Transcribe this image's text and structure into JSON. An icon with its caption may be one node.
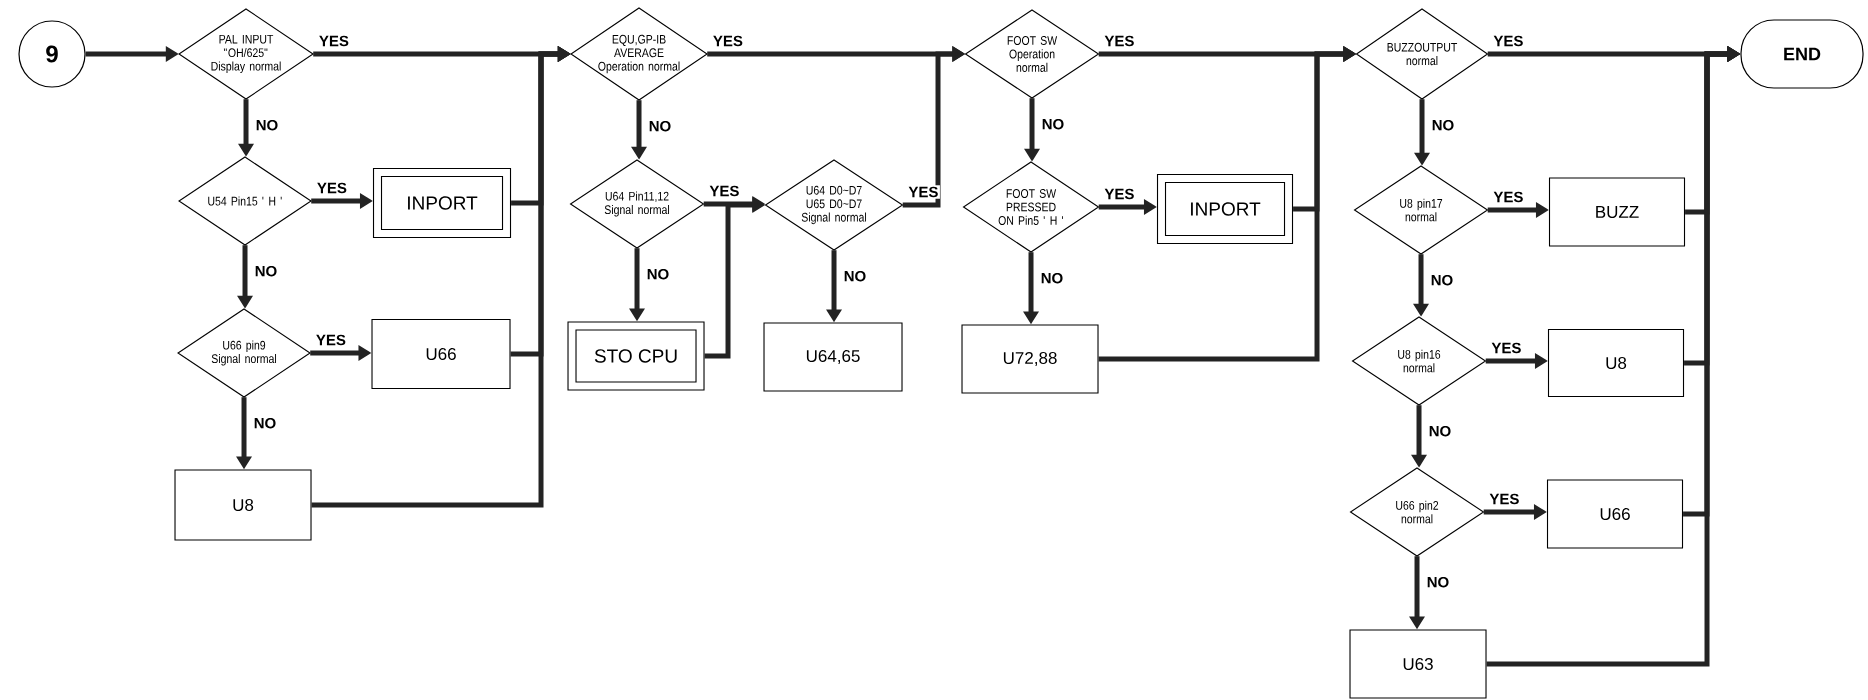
{
  "diagram": {
    "nodes": [
      {
        "text": [
          "9"
        ]
      },
      {
        "text": [
          "PAL INPUT \"OH/625\" Display normal"
        ]
      },
      {
        "text": [
          "U54 Pin15 ' H '"
        ]
      },
      {
        "text": [
          "INPORT"
        ]
      },
      {
        "text": [
          "U66 pin9 Signal normal"
        ]
      },
      {
        "text": [
          "U66"
        ]
      },
      {
        "text": [
          "U8"
        ]
      },
      {
        "text": [
          "EQU,GP-IB AVERAGE Operation normal"
        ]
      },
      {
        "text": [
          "U64 Pin11,12 Signal normal"
        ]
      },
      {
        "text": [
          "STO CPU"
        ]
      },
      {
        "text": [
          "U64 D0~D7 U65 D0~D7 Signal normal"
        ]
      },
      {
        "text": [
          "U64,65"
        ]
      },
      {
        "text": [
          "FOOT SW Operation normal"
        ]
      },
      {
        "text": [
          "FOOT SW PRESSED ON Pin5 ' H '"
        ]
      },
      {
        "text": [
          "INPORT"
        ]
      },
      {
        "text": [
          "U72,88"
        ]
      },
      {
        "text": [
          "BUZZOUTPUT normal"
        ]
      },
      {
        "text": [
          "END"
        ]
      },
      {
        "text": [
          "U8 pin17 normal"
        ]
      },
      {
        "text": [
          "BUZZ"
        ]
      },
      {
        "text": [
          "U8 pin16 normal"
        ]
      },
      {
        "text": [
          "U8"
        ]
      },
      {
        "text": [
          "U66 pin2 normal"
        ]
      },
      {
        "text": [
          "U66"
        ]
      },
      {
        "text": [
          "U63"
        ]
      }
    ],
    "edges": [
      {
        "from": 0,
        "to": 1,
        "arrow": "to"
      },
      {
        "from": 1,
        "to": 7,
        "arrow": "to",
        "label": "YES"
      },
      {
        "from": 1,
        "to": 2,
        "arrow": "to",
        "label": "NO"
      },
      {
        "from": 2,
        "to": 3,
        "arrow": "to",
        "label": "YES"
      },
      {
        "from": 2,
        "to": 4,
        "arrow": "to",
        "label": "NO"
      },
      {
        "from": 4,
        "to": 5,
        "arrow": "to",
        "label": "YES"
      },
      {
        "from": 4,
        "to": 6,
        "arrow": "to",
        "label": "NO"
      },
      {
        "from": 3,
        "to": 7,
        "arrow": "to"
      },
      {
        "from": 5,
        "to": 7,
        "arrow": "to"
      },
      {
        "from": 6,
        "to": 7,
        "arrow": "to"
      },
      {
        "from": 7,
        "to": 12,
        "arrow": "to",
        "label": "YES"
      },
      {
        "from": 7,
        "to": 8,
        "arrow": "to",
        "label": "NO"
      },
      {
        "from": 8,
        "to": 10,
        "arrow": "to",
        "label": "YES"
      },
      {
        "from": 8,
        "to": 9,
        "arrow": "to",
        "label": "NO"
      },
      {
        "from": 9,
        "to": 10,
        "arrow": "to"
      },
      {
        "from": 10,
        "to": 12,
        "arrow": "to",
        "label": "YES"
      },
      {
        "from": 10,
        "to": 11,
        "arrow": "to",
        "label": "NO"
      },
      {
        "from": 12,
        "to": 16,
        "arrow": "to",
        "label": "YES"
      },
      {
        "from": 12,
        "to": 13,
        "arrow": "to",
        "label": "NO"
      },
      {
        "from": 13,
        "to": 14,
        "arrow": "to",
        "label": "YES"
      },
      {
        "from": 13,
        "to": 15,
        "arrow": "to",
        "label": "NO"
      },
      {
        "from": 14,
        "to": 16,
        "arrow": "to"
      },
      {
        "from": 15,
        "to": 16,
        "arrow": "to"
      },
      {
        "from": 16,
        "to": 17,
        "arrow": "to",
        "label": "YES"
      },
      {
        "from": 16,
        "to": 18,
        "arrow": "to",
        "label": "NO"
      },
      {
        "from": 18,
        "to": 19,
        "arrow": "to",
        "label": "YES"
      },
      {
        "from": 18,
        "to": 20,
        "arrow": "to",
        "label": "NO"
      },
      {
        "from": 19,
        "to": 17,
        "arrow": "to"
      },
      {
        "from": 20,
        "to": 21,
        "arrow": "to",
        "label": "YES"
      },
      {
        "from": 20,
        "to": 22,
        "arrow": "to",
        "label": "NO"
      },
      {
        "from": 21,
        "to": 17,
        "arrow": "to"
      },
      {
        "from": 22,
        "to": 23,
        "arrow": "to",
        "label": "YES"
      },
      {
        "from": 22,
        "to": 24,
        "arrow": "to",
        "label": "NO"
      },
      {
        "from": 23,
        "to": 17,
        "arrow": "to"
      },
      {
        "from": 24,
        "to": 17,
        "arrow": "to"
      }
    ]
  }
}
